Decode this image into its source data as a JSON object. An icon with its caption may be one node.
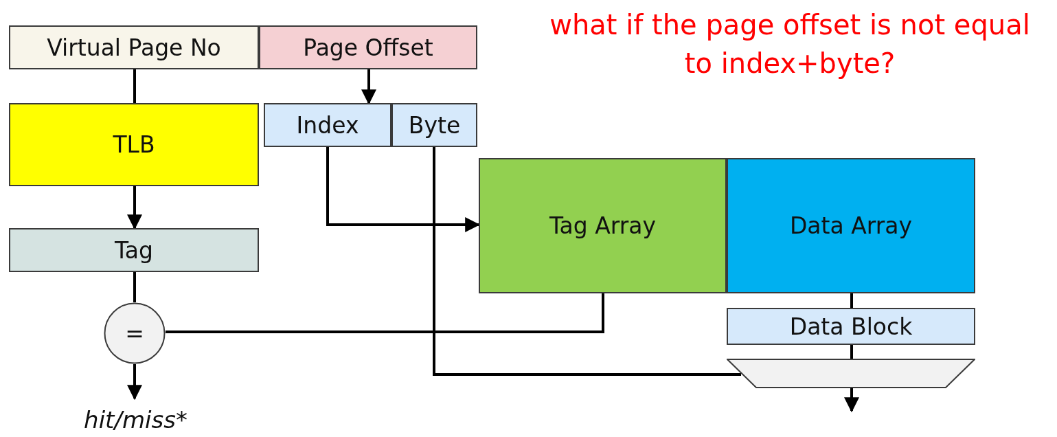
{
  "diagram": {
    "nodes": [
      {
        "text": [
          "Virtual Page No"
        ]
      },
      {
        "text": [
          "Page Offset"
        ]
      },
      {
        "text": [
          "Index"
        ]
      },
      {
        "text": [
          "Byte"
        ]
      },
      {
        "text": [
          "TLB"
        ]
      },
      {
        "text": [
          "Tag"
        ]
      },
      {
        "text": [
          "="
        ]
      },
      {
        "text": [
          "Tag Array"
        ]
      },
      {
        "text": [
          "Data Array"
        ]
      },
      {
        "text": [
          "Data Block"
        ]
      },
      {
        "text": [],
        "shape": "trapezoid"
      },
      {
        "text": [
          "hit/miss*"
        ]
      }
    ],
    "edges": [
      {
        "from": 0,
        "to": 4,
        "arrow": "none"
      },
      {
        "from": 1,
        "to": 2,
        "arrow": "to"
      },
      {
        "from": 4,
        "to": 5,
        "arrow": "to"
      },
      {
        "from": 5,
        "to": 6,
        "arrow": "none"
      },
      {
        "from": 2,
        "to": 7,
        "arrow": "to"
      },
      {
        "from": 7,
        "to": 6,
        "arrow": "none"
      },
      {
        "from": 8,
        "to": 9,
        "arrow": "none"
      },
      {
        "from": 9,
        "to": 10,
        "arrow": "none"
      },
      {
        "from": 3,
        "to": 10,
        "arrow": "none"
      },
      {
        "from": 6,
        "to": 11,
        "arrow": "to"
      },
      {
        "from": 10,
        "to": null,
        "arrow": "to"
      }
    ],
    "labels": [
      "what if the page offset is not equal to index+byte?"
    ]
  }
}
